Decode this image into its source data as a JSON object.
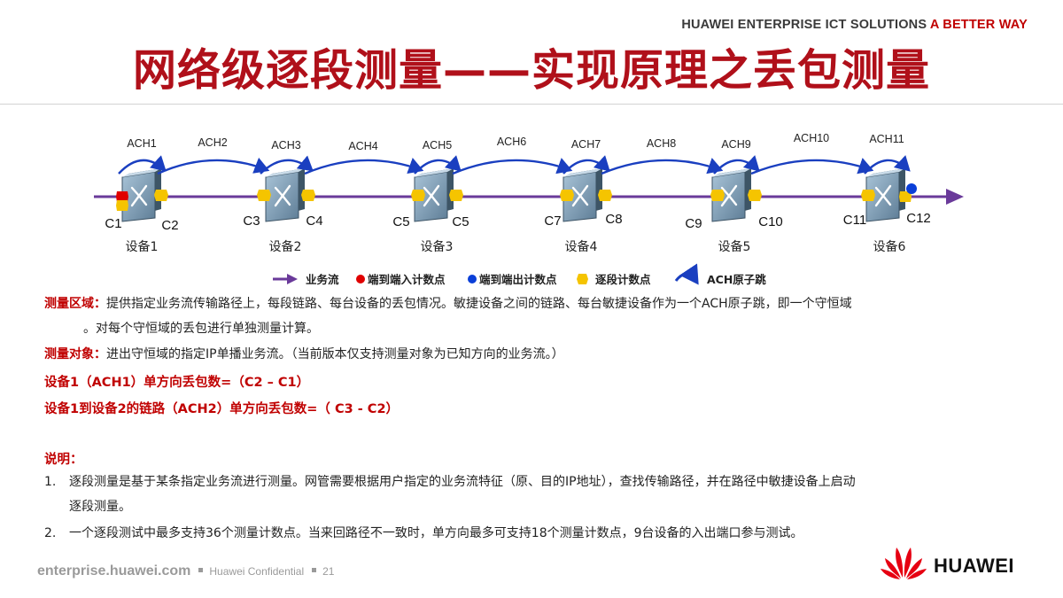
{
  "header": {
    "tagline_main": "HUAWEI ENTERPRISE ICT SOLUTIONS ",
    "tagline_accent": "A BETTER WAY",
    "title": "网络级逐段测量——实现原理之丢包测量"
  },
  "diagram": {
    "ach_labels": [
      "ACH1",
      "ACH2",
      "ACH3",
      "ACH4",
      "ACH5",
      "ACH6",
      "ACH7",
      "ACH8",
      "ACH9",
      "ACH10",
      "ACH11"
    ],
    "point_labels": [
      "C1",
      "C2",
      "C3",
      "C4",
      "C5",
      "C5",
      "C7",
      "C8",
      "C9",
      "C10",
      "C11",
      "C12"
    ],
    "devices": [
      "设备1",
      "设备2",
      "设备3",
      "设备4",
      "设备5",
      "设备6"
    ],
    "legend": {
      "flow": "业务流",
      "ingress": "端到端入计数点",
      "egress": "端到端出计数点",
      "segment": "逐段计数点",
      "ach": "ACH原子跳"
    },
    "colors": {
      "flow": "#6a3a9a",
      "ingress": "#e00000",
      "egress": "#0a3fd8",
      "segment": "#f5c400",
      "ach": "#1a3fc0"
    }
  },
  "content": {
    "area_label": "测量区域：",
    "area_text1": "提供指定业务流传输路径上，每段链路、每台设备的丢包情况。敏捷设备之间的链路、每台敏捷设备作为一个ACH原子跳，即一个守恒域",
    "area_text2": "。对每个守恒域的丢包进行单独测量计算。",
    "object_label": "测量对象：",
    "object_text": "进出守恒域的指定IP单播业务流。（当前版本仅支持测量对象为已知方向的业务流。）",
    "formula1": "设备1（ACH1）单方向丢包数=（C2 – C1）",
    "formula2": "设备1到设备2的链路（ACH2）单方向丢包数=（ C3 - C2）",
    "notes_title": "说明：",
    "note1_num": "1.",
    "note1_line1": "逐段测量是基于某条指定业务流进行测量。网管需要根据用户指定的业务流特征（原、目的IP地址），查找传输路径，并在路径中敏捷设备上启动",
    "note1_line2": "逐段测量。",
    "note2_num": "2.",
    "note2_text": "一个逐段测试中最多支持36个测量计数点。当来回路径不一致时，单方向最多可支持18个测量计数点，9台设备的入出端口参与测试。"
  },
  "footer": {
    "site": "enterprise.huawei.com",
    "confidential": "Huawei Confidential",
    "page": "21",
    "logo_text": "HUAWEI"
  }
}
